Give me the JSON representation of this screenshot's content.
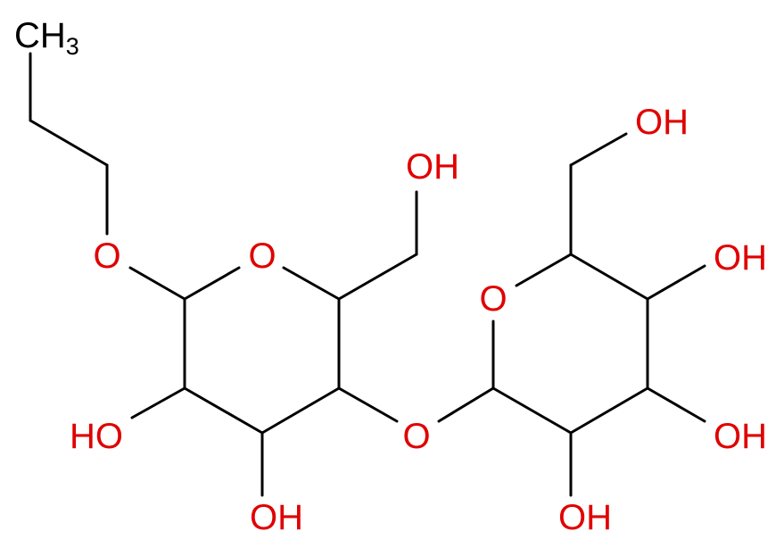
{
  "colors": {
    "bond": "#000000",
    "carbon_label": "#000000",
    "oxygen_label": "#e00000"
  },
  "labels": {
    "methyl": {
      "main": "CH",
      "sub": "3"
    },
    "propoxy_o": "O",
    "ring1_o": "O",
    "ring1_ch2oh": "OH",
    "ring1_oh_c2": "HO",
    "ring1_oh_c3": "OH",
    "glycosidic_o": "O",
    "ring2_o": "O",
    "ring2_ch2oh": "OH",
    "ring2_oh_c4": "OH",
    "ring2_oh_c3": "OH",
    "ring2_oh_c2": "OH"
  }
}
